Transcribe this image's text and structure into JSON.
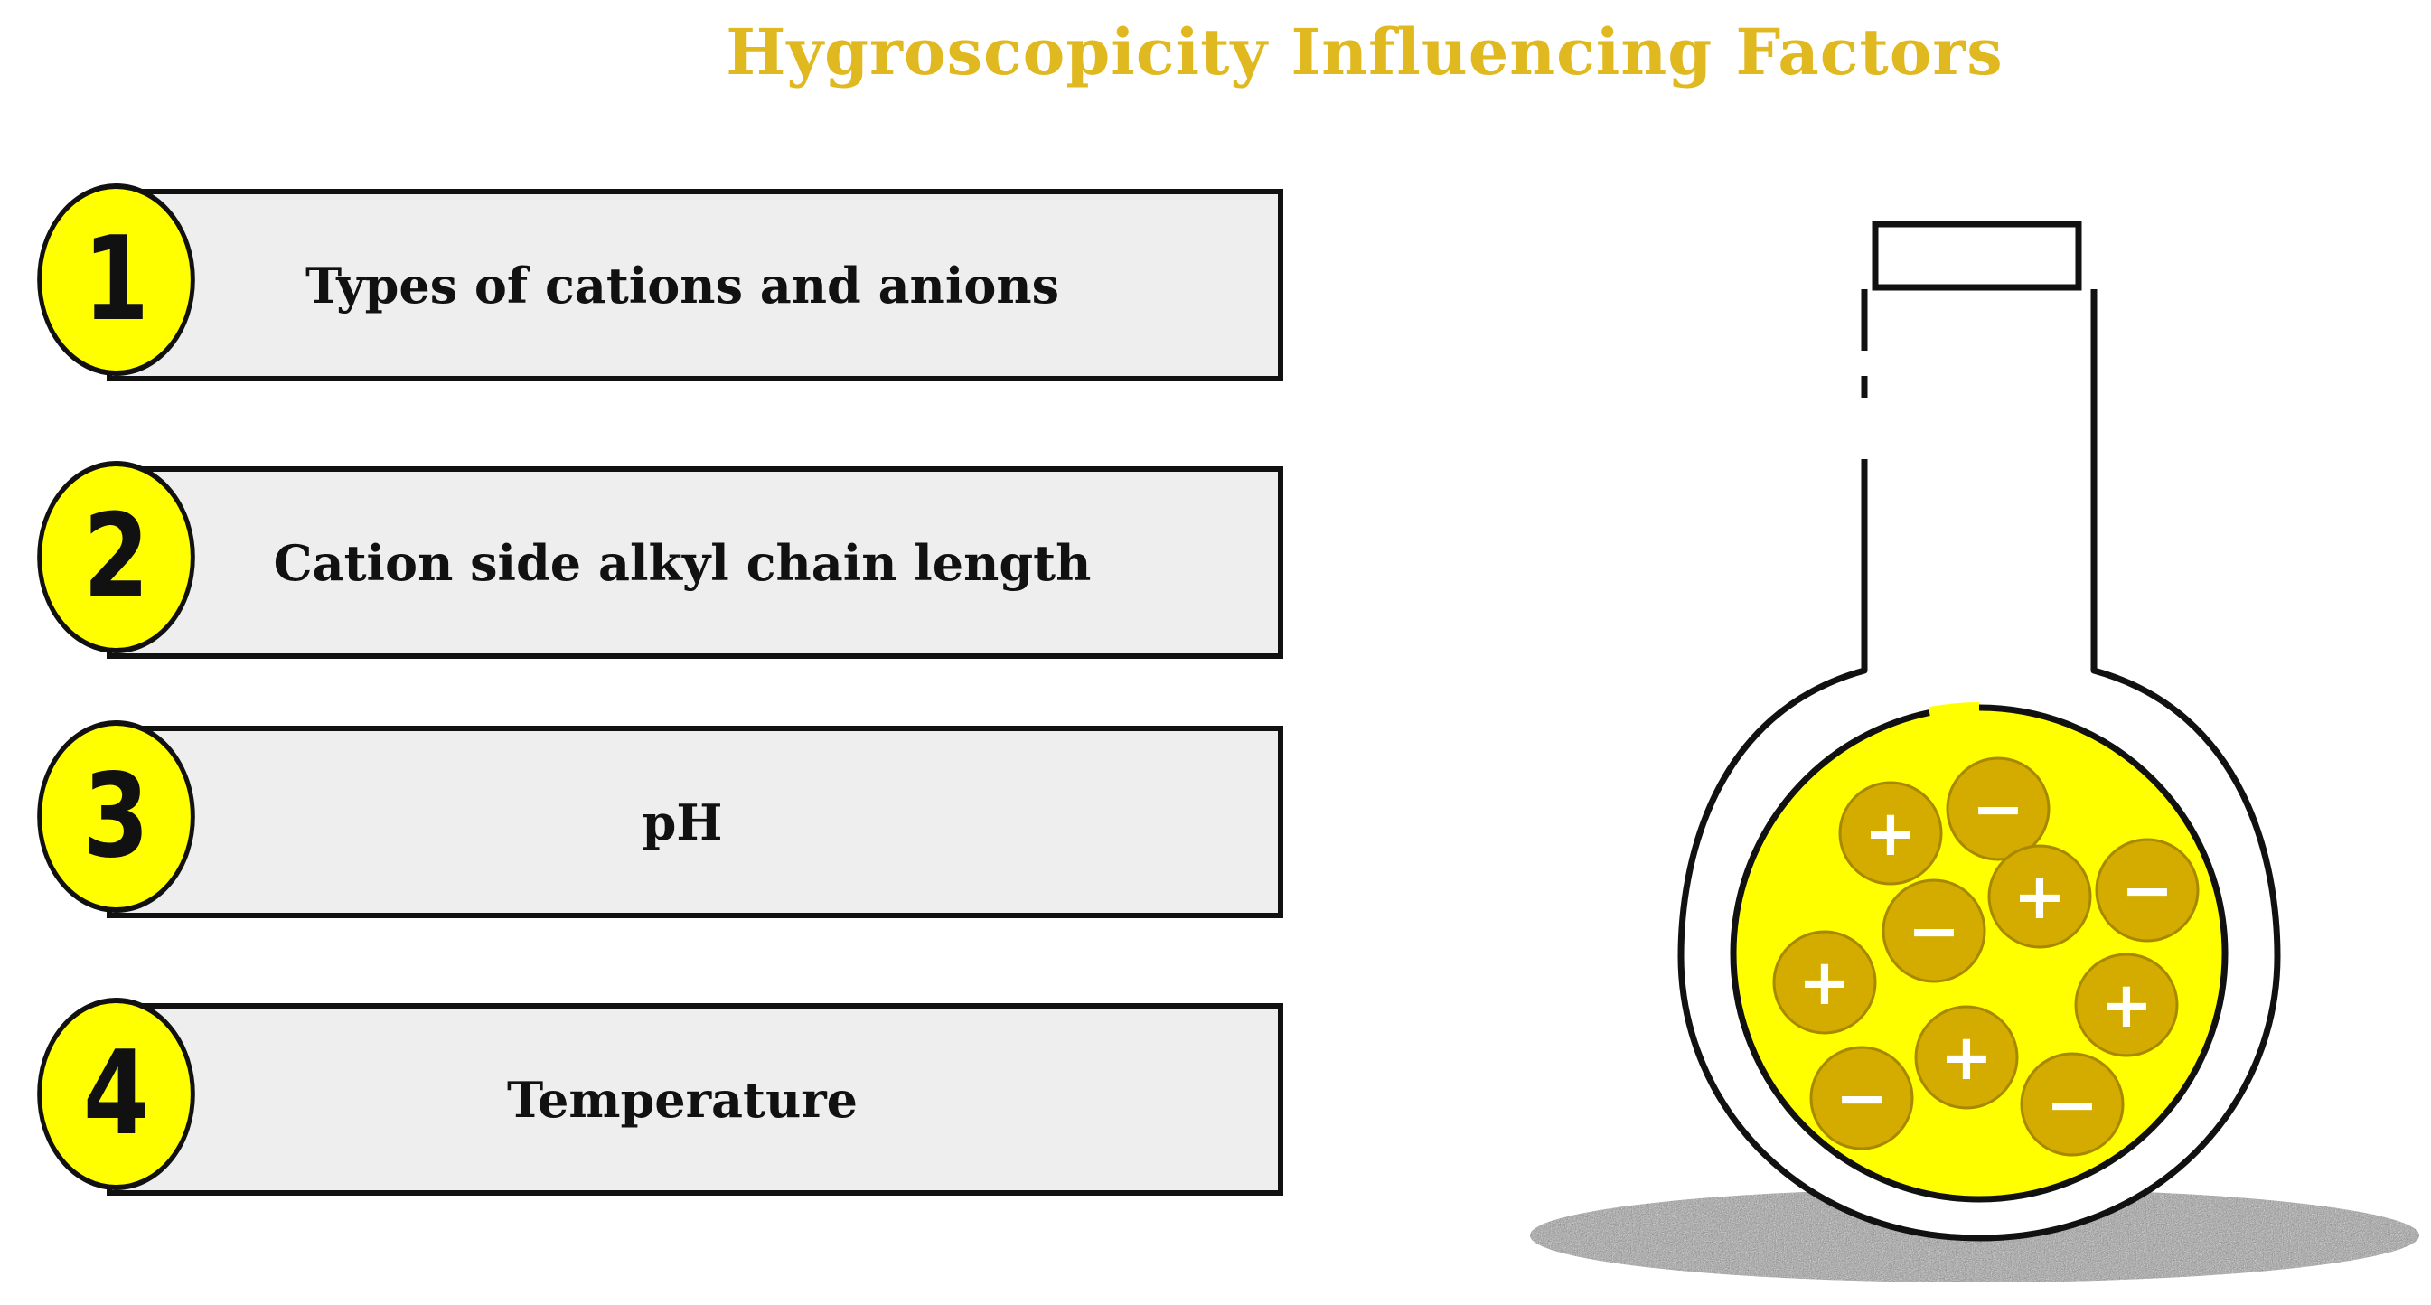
{
  "title": "Hygroscopicity Influencing Factors",
  "factors": [
    {
      "number": "1",
      "label": "Types of cations and anions"
    },
    {
      "number": "2",
      "label": "Cation side alkyl chain length"
    },
    {
      "number": "3",
      "label": "pH"
    },
    {
      "number": "4",
      "label": "Temperature"
    }
  ],
  "ions": [
    "+",
    "−",
    "+",
    "−",
    "−",
    "+",
    "+",
    "+",
    "−",
    "−"
  ],
  "colors": {
    "title": "#e0b820",
    "badge_fill": "#ffff00",
    "bar_fill": "#eeeeee",
    "liquid": "#ffff00",
    "ion_fill": "#d4ac00",
    "outline": "#111111"
  }
}
